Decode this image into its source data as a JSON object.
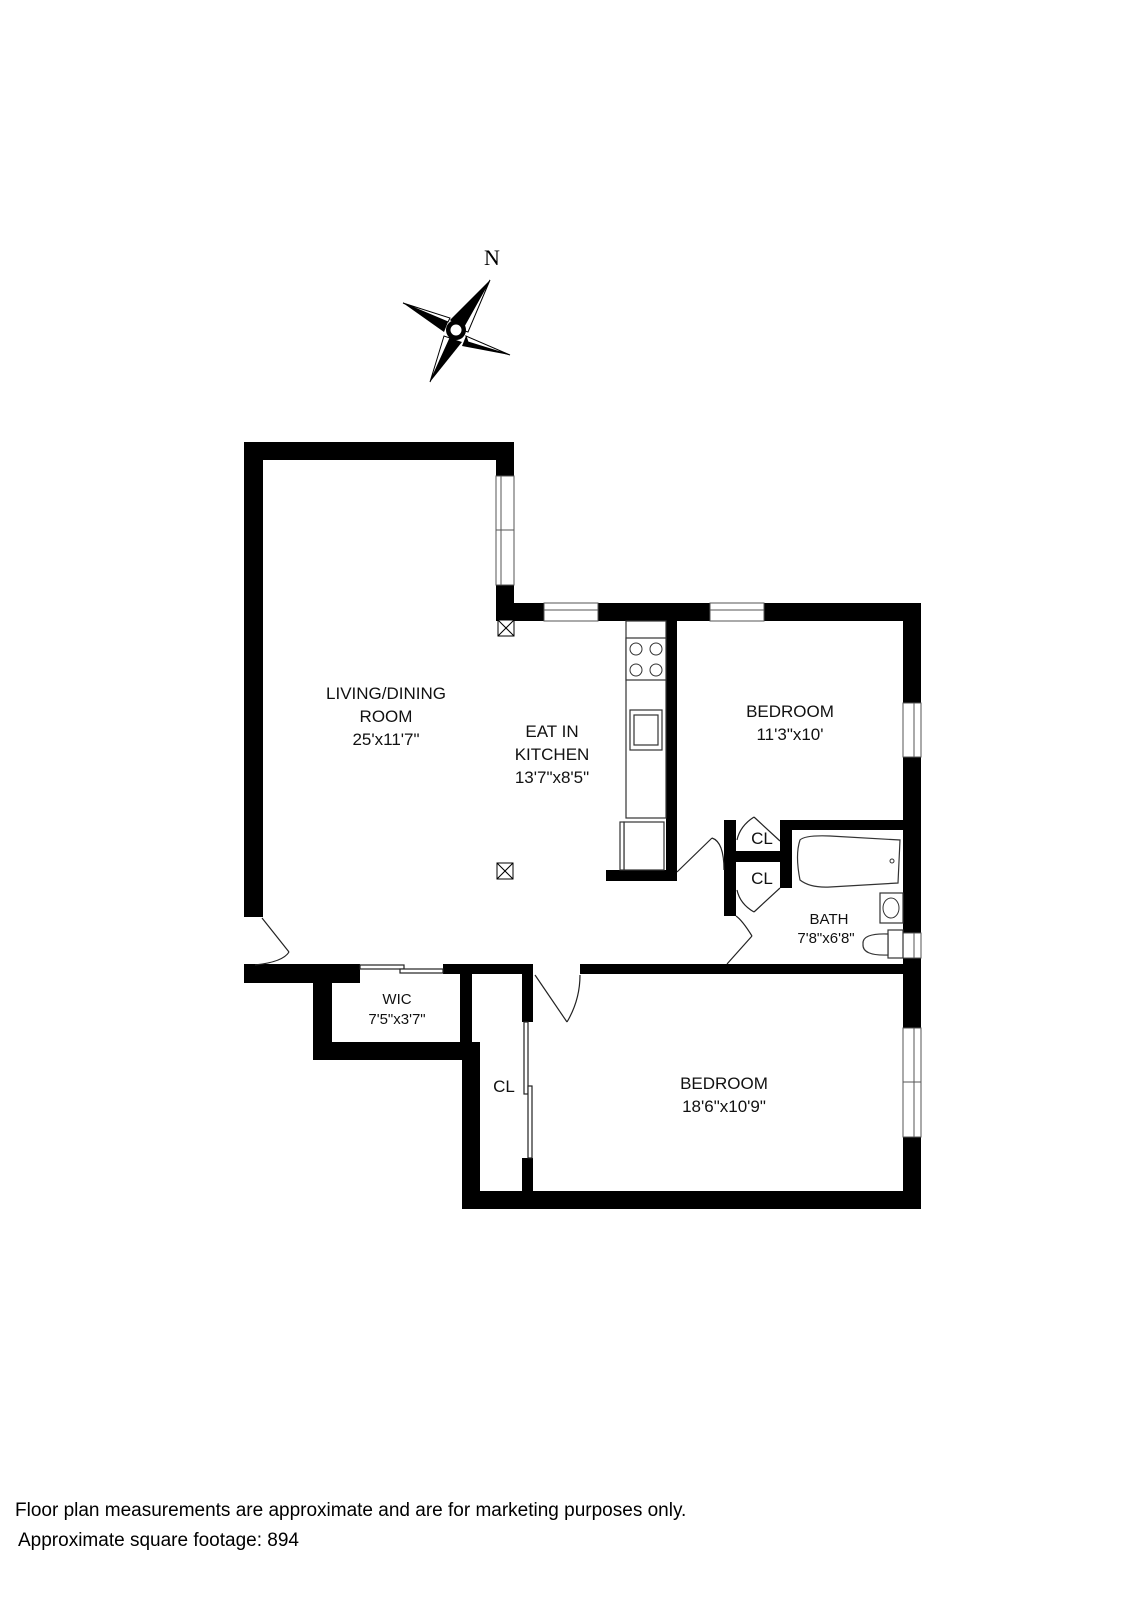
{
  "compass": {
    "label": "N",
    "icon": "north-arrow-compass-icon"
  },
  "rooms": [
    {
      "id": "living-dining",
      "lines": [
        "LIVING/DINING",
        "ROOM",
        "25'x11'7\""
      ]
    },
    {
      "id": "kitchen",
      "lines": [
        "EAT IN",
        "KITCHEN",
        "13'7\"x8'5\""
      ]
    },
    {
      "id": "bedroom-1",
      "lines": [
        "BEDROOM",
        "11'3\"x10'"
      ]
    },
    {
      "id": "closet-1",
      "lines": [
        "CL"
      ]
    },
    {
      "id": "closet-2",
      "lines": [
        "CL"
      ]
    },
    {
      "id": "bath",
      "lines": [
        "BATH",
        "7'8\"x6'8\""
      ]
    },
    {
      "id": "wic",
      "lines": [
        "WIC",
        "7'5\"x3'7\""
      ]
    },
    {
      "id": "closet-3",
      "lines": [
        "CL"
      ]
    },
    {
      "id": "bedroom-2",
      "lines": [
        "BEDROOM",
        "18'6\"x10'9\""
      ]
    }
  ],
  "footer": {
    "disclaimer": "Floor plan measurements are approximate and are for marketing purposes only.",
    "square_footage": "Approximate square footage: 894"
  }
}
